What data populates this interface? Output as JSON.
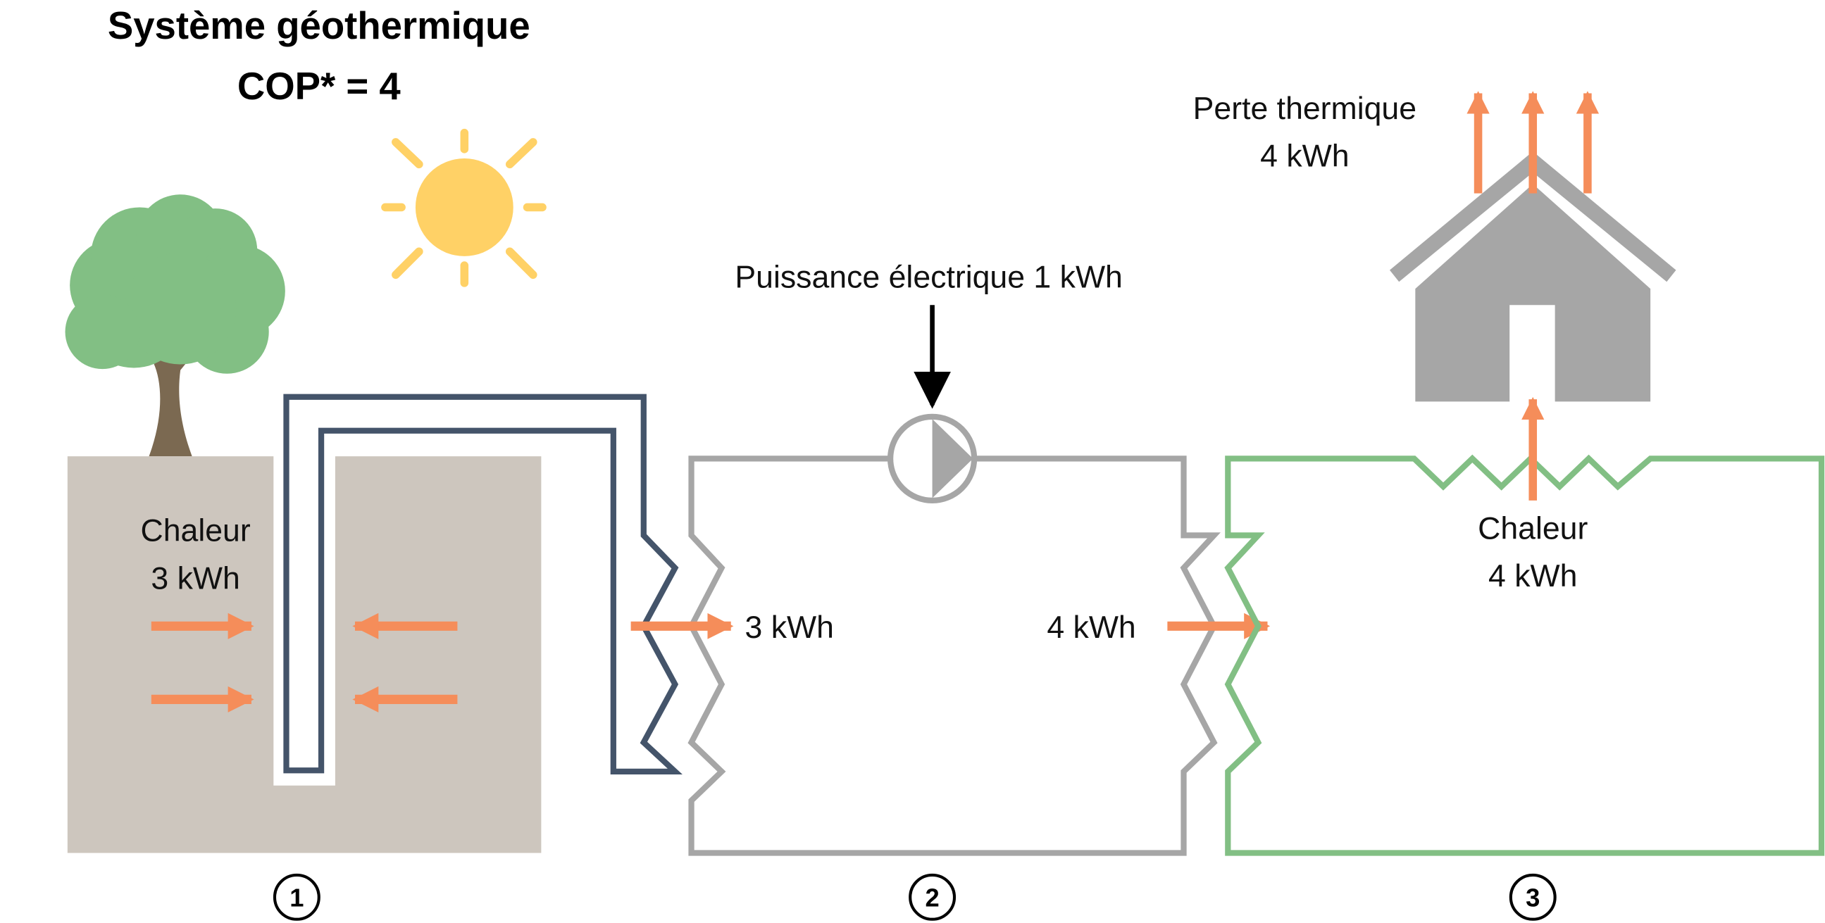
{
  "title": {
    "line1": "Système géothermique",
    "line2": "COP* = 4"
  },
  "labels": {
    "ground_heat_line1": "Chaleur",
    "ground_heat_line2": "3 kWh",
    "evaporator_input": "3 kWh",
    "electric_power": "Puissance électrique 1 kWh",
    "condenser_output": "4 kWh",
    "house_heat_line1": "Chaleur",
    "house_heat_line2": "4 kWh",
    "heat_loss_line1": "Perte thermique",
    "heat_loss_line2": "4 kWh"
  },
  "stages": [
    "1",
    "2",
    "3"
  ],
  "icons": [
    "sun-icon",
    "tree-icon",
    "house-icon",
    "pump-icon"
  ],
  "colors": {
    "ground": "#cdc6be",
    "ground_loop": "#44546a",
    "heat_pump_loop": "#a6a6a6",
    "heating_loop": "#82bf84",
    "heat_arrow": "#f58d5a",
    "sun": "#ffd166",
    "tree_foliage": "#82bf84",
    "tree_trunk": "#7b6951",
    "house": "#a6a6a6"
  }
}
